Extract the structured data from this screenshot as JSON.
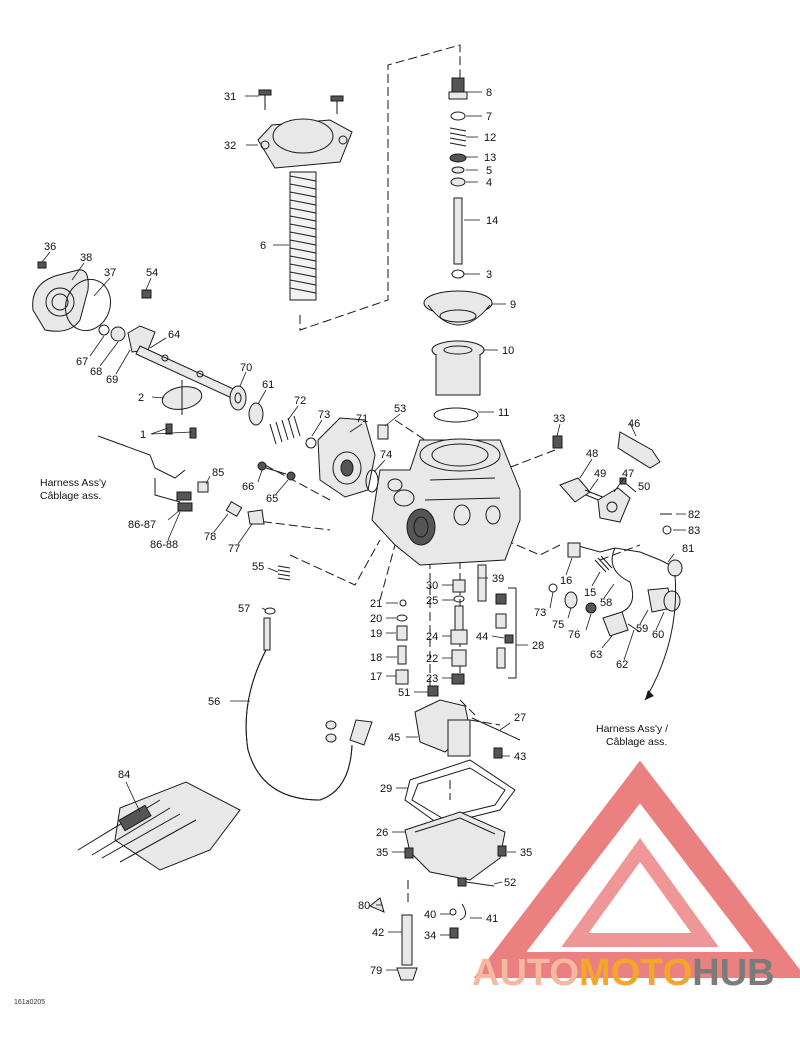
{
  "diagram_code": "161a0205",
  "notes": {
    "harness_left_line1": "Harness Ass'y",
    "harness_left_line2": "Câblage ass.",
    "harness_right_line1": "Harness Ass'y /",
    "harness_right_line2": "Câblage ass."
  },
  "watermark": {
    "part_auto": "AUTO",
    "part_moto": "MOTO",
    "part_hub": "HUB",
    "color_auto": "#f5b9a0",
    "color_moto": "#f4a62a",
    "color_hub": "#7b7b7b",
    "color_triangle": "#e86a6a"
  },
  "labels": {
    "p31": "31",
    "p32": "32",
    "p6": "6",
    "p8": "8",
    "p7": "7",
    "p12": "12",
    "p13": "13",
    "p5": "5",
    "p4": "4",
    "p14": "14",
    "p3": "3",
    "p9": "9",
    "p10": "10",
    "p11": "11",
    "p36": "36",
    "p38": "38",
    "p37": "37",
    "p54": "54",
    "p67": "67",
    "p68": "68",
    "p69": "69",
    "p64": "64",
    "p2": "2",
    "p1": "1",
    "p70": "70",
    "p61": "61",
    "p72": "72",
    "p73a": "73",
    "p71": "71",
    "p53": "53",
    "p33": "33",
    "p46": "46",
    "p48": "48",
    "p49": "49",
    "p47": "47",
    "p50": "50",
    "p82": "82",
    "p83": "83",
    "p85": "85",
    "p66": "66",
    "p65": "65",
    "p74": "74",
    "p86_87": "86-87",
    "p86_88": "86-88",
    "p78": "78",
    "p77": "77",
    "p55": "55",
    "p81": "81",
    "p16": "16",
    "p15": "15",
    "p58": "58",
    "p73b": "73",
    "p75": "75",
    "p76": "76",
    "p59": "59",
    "p60": "60",
    "p63": "63",
    "p62": "62",
    "p30": "30",
    "p39": "39",
    "p21": "21",
    "p25": "25",
    "p20": "20",
    "p19": "19",
    "p24": "24",
    "p44": "44",
    "p28": "28",
    "p18": "18",
    "p22": "22",
    "p17": "17",
    "p23": "23",
    "p51": "51",
    "p57": "57",
    "p56": "56",
    "p27": "27",
    "p45": "45",
    "p43": "43",
    "p84": "84",
    "p29": "29",
    "p26": "26",
    "p35a": "35",
    "p35b": "35",
    "p52": "52",
    "p80": "80",
    "p40": "40",
    "p41": "41",
    "p42": "42",
    "p34": "34",
    "p79": "79"
  }
}
